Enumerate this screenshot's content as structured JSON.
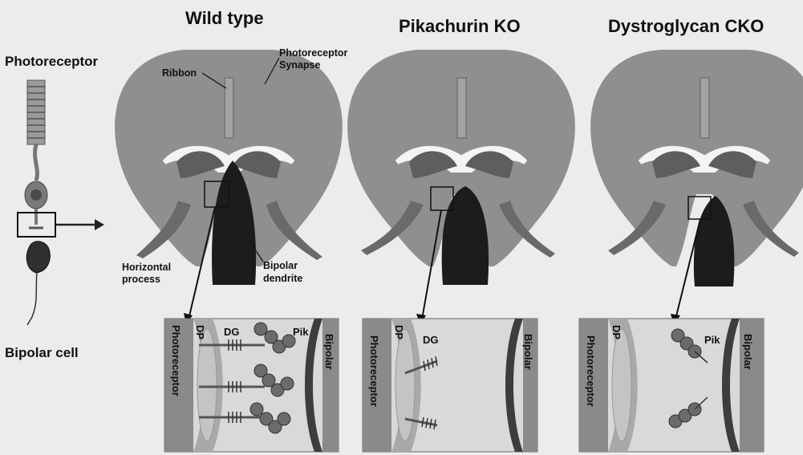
{
  "left": {
    "photoreceptor": "Photoreceptor",
    "bipolar_cell": "Bipolar cell"
  },
  "panels": [
    {
      "title": "Wild type",
      "labels": {
        "ribbon": "Ribbon",
        "synapse_1": "Photoreceptor",
        "synapse_2": "Synapse",
        "horizontal_1": "Horizontal",
        "horizontal_2": "process",
        "bipolar_1": "Bipolar",
        "bipolar_2": "dendrite"
      },
      "inset": {
        "photoreceptor": "Photoreceptor",
        "dp": "DP",
        "dg": "DG",
        "pik": "Pik",
        "bipolar": "Bipolar"
      }
    },
    {
      "title": "Pikachurin KO",
      "inset": {
        "photoreceptor": "Photoreceptor",
        "dp": "DP",
        "dg": "DG",
        "bipolar": "Bipolar"
      }
    },
    {
      "title": "Dystroglycan CKO",
      "inset": {
        "photoreceptor": "Photoreceptor",
        "dp": "DP",
        "pik": "Pik",
        "bipolar": "Bipolar"
      }
    }
  ],
  "colors": {
    "terminal": "#8f8f8f",
    "dendrite": "#1c1c1c",
    "horizontal": "#6a6a6a",
    "inset_bg": "#d9d9d9",
    "membrane_dark": "#3d3d3d"
  }
}
